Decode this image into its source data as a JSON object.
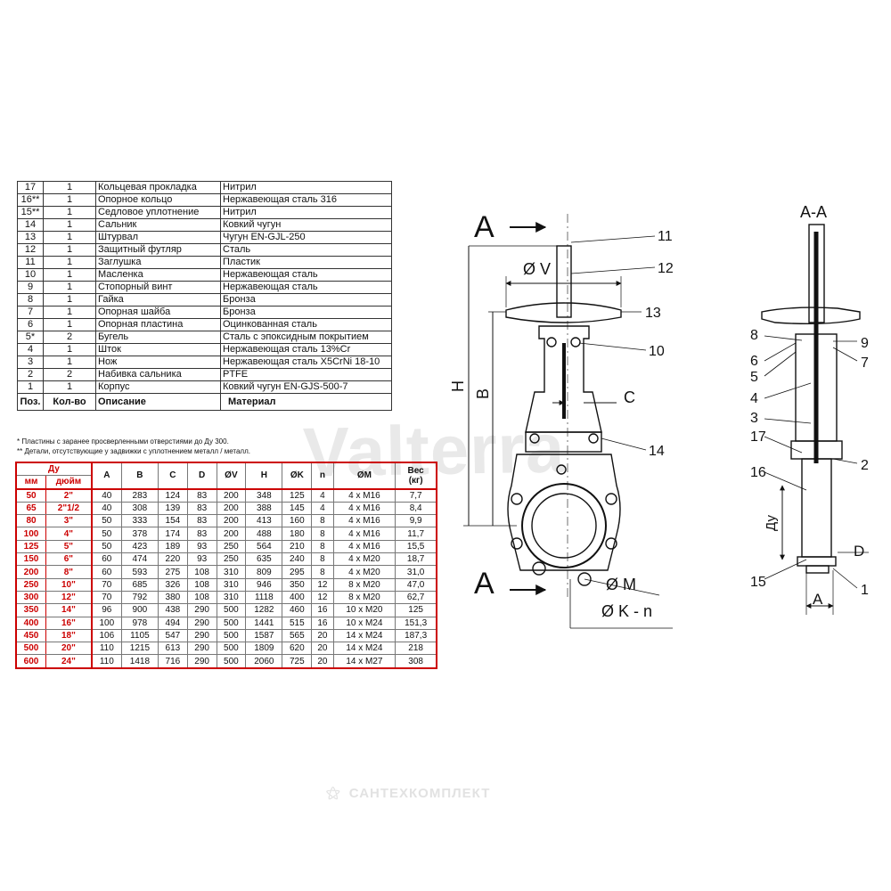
{
  "parts": {
    "rows": [
      {
        "pos": "17",
        "qty": "1",
        "desc": "Кольцевая прокладка",
        "mat": "Нитрил"
      },
      {
        "pos": "16**",
        "qty": "1",
        "desc": "Опорное кольцо",
        "mat": "Нержавеющая сталь 316"
      },
      {
        "pos": "15**",
        "qty": "1",
        "desc": "Седловое уплотнение",
        "mat": "Нитрил"
      },
      {
        "pos": "14",
        "qty": "1",
        "desc": "Сальник",
        "mat": "Ковкий чугун"
      },
      {
        "pos": "13",
        "qty": "1",
        "desc": "Штурвал",
        "mat": "Чугун EN-GJL-250"
      },
      {
        "pos": "12",
        "qty": "1",
        "desc": "Защитный футляр",
        "mat": "Сталь"
      },
      {
        "pos": "11",
        "qty": "1",
        "desc": "Заглушка",
        "mat": "Пластик"
      },
      {
        "pos": "10",
        "qty": "1",
        "desc": "Масленка",
        "mat": "Нержавеющая сталь"
      },
      {
        "pos": "9",
        "qty": "1",
        "desc": "Стопорный винт",
        "mat": "Нержавеющая сталь"
      },
      {
        "pos": "8",
        "qty": "1",
        "desc": "Гайка",
        "mat": "Бронза"
      },
      {
        "pos": "7",
        "qty": "1",
        "desc": "Опорная шайба",
        "mat": "Бронза"
      },
      {
        "pos": "6",
        "qty": "1",
        "desc": "Опорная пластина",
        "mat": "Оцинкованная сталь"
      },
      {
        "pos": "5*",
        "qty": "2",
        "desc": "Бугель",
        "mat": "Сталь с эпоксидным покрытием"
      },
      {
        "pos": "4",
        "qty": "1",
        "desc": "Шток",
        "mat": "Нержавеющая сталь 13%Cr"
      },
      {
        "pos": "3",
        "qty": "1",
        "desc": "Нож",
        "mat": "Нержавеющая сталь X5CrNi 18-10"
      },
      {
        "pos": "2",
        "qty": "2",
        "desc": "Набивка сальника",
        "mat": "PTFE"
      },
      {
        "pos": "1",
        "qty": "1",
        "desc": "Корпус",
        "mat": "Ковкий чугун EN-GJS-500-7"
      }
    ],
    "header": {
      "pos": "Поз.",
      "qty": "Кол-во",
      "desc": "Описание",
      "mat": "Материал"
    }
  },
  "notes": {
    "note1": "* Пластины с заранее просверленными отверстиями до Ду 300.",
    "note2": "** Детали, отсутствующие у задвижки с уплотнением металл / металл."
  },
  "dims": {
    "header": {
      "du": "Ду",
      "mm": "мм",
      "inch": "дюйм",
      "A": "A",
      "B": "B",
      "C": "C",
      "D": "D",
      "V": "ØV",
      "H": "H",
      "K": "ØK",
      "n": "n",
      "M": "ØM",
      "w1": "Вес",
      "w2": "(кг)"
    },
    "rows": [
      [
        "50",
        "2\"",
        "40",
        "283",
        "124",
        "83",
        "200",
        "348",
        "125",
        "4",
        "4 x M16",
        "7,7"
      ],
      [
        "65",
        "2\"1/2",
        "40",
        "308",
        "139",
        "83",
        "200",
        "388",
        "145",
        "4",
        "4 x M16",
        "8,4"
      ],
      [
        "80",
        "3\"",
        "50",
        "333",
        "154",
        "83",
        "200",
        "413",
        "160",
        "8",
        "4 x M16",
        "9,9"
      ],
      [
        "100",
        "4\"",
        "50",
        "378",
        "174",
        "83",
        "200",
        "488",
        "180",
        "8",
        "4 x M16",
        "11,7"
      ],
      [
        "125",
        "5\"",
        "50",
        "423",
        "189",
        "93",
        "250",
        "564",
        "210",
        "8",
        "4 x M16",
        "15,5"
      ],
      [
        "150",
        "6\"",
        "60",
        "474",
        "220",
        "93",
        "250",
        "635",
        "240",
        "8",
        "4 x M20",
        "18,7"
      ],
      [
        "200",
        "8\"",
        "60",
        "593",
        "275",
        "108",
        "310",
        "809",
        "295",
        "8",
        "4 x M20",
        "31,0"
      ],
      [
        "250",
        "10\"",
        "70",
        "685",
        "326",
        "108",
        "310",
        "946",
        "350",
        "12",
        "8 x M20",
        "47,0"
      ],
      [
        "300",
        "12\"",
        "70",
        "792",
        "380",
        "108",
        "310",
        "1118",
        "400",
        "12",
        "8 x M20",
        "62,7"
      ],
      [
        "350",
        "14\"",
        "96",
        "900",
        "438",
        "290",
        "500",
        "1282",
        "460",
        "16",
        "10 x M20",
        "125"
      ],
      [
        "400",
        "16\"",
        "100",
        "978",
        "494",
        "290",
        "500",
        "1441",
        "515",
        "16",
        "10 x M24",
        "151,3"
      ],
      [
        "450",
        "18\"",
        "106",
        "1105",
        "547",
        "290",
        "500",
        "1587",
        "565",
        "20",
        "14 x M24",
        "187,3"
      ],
      [
        "500",
        "20\"",
        "110",
        "1215",
        "613",
        "290",
        "500",
        "1809",
        "620",
        "20",
        "14 x M24",
        "218"
      ],
      [
        "600",
        "24\"",
        "110",
        "1418",
        "716",
        "290",
        "500",
        "2060",
        "725",
        "20",
        "14 x M27",
        "308"
      ]
    ]
  },
  "drawing": {
    "sectionA": "A",
    "sectionTitle": "A-A",
    "H": "H",
    "B": "B",
    "C": "C",
    "V": "Ø V",
    "M": "Ø M",
    "Kn": "Ø K - n",
    "Du": "Ду",
    "Dlabel": "D",
    "Alabel": "A",
    "front": {
      "c11": "11",
      "c12": "12",
      "c13": "13",
      "c10": "10",
      "c14": "14"
    },
    "side": {
      "c8": "8",
      "c9": "9",
      "c6": "6",
      "c7": "7",
      "c5": "5",
      "c4": "4",
      "c3": "3",
      "c17": "17",
      "c2": "2",
      "c16": "16",
      "c15": "15",
      "c1": "1"
    }
  },
  "watermark": "Valterra",
  "footer": "САНТЕХКОМПЛЕКТ"
}
